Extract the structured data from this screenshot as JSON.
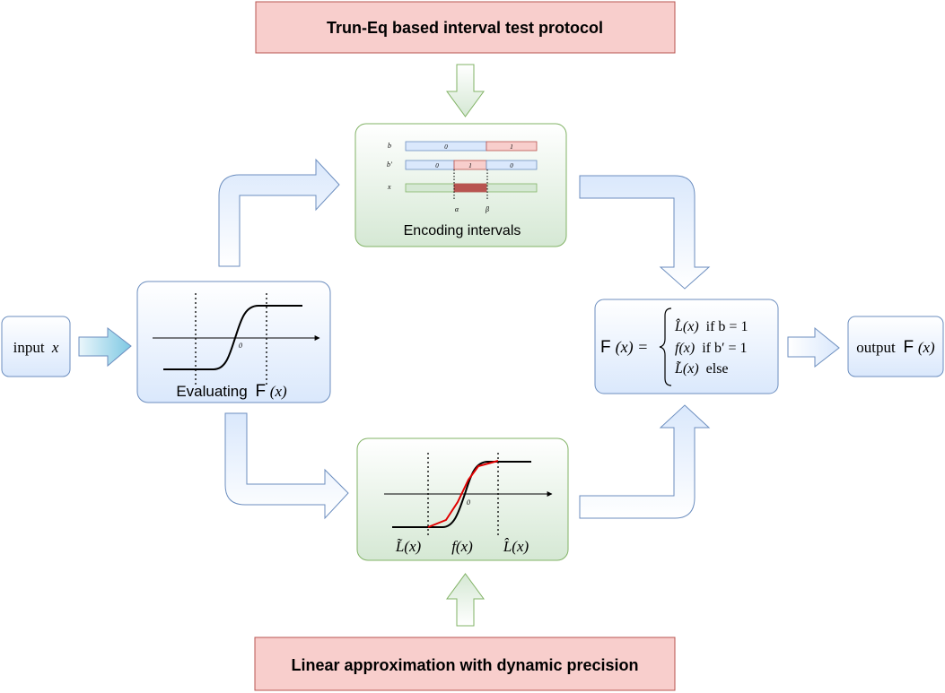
{
  "protocol_banner": {
    "label": "Trun-Eq based interval test protocol"
  },
  "approx_banner": {
    "label": "Linear approximation with dynamic precision"
  },
  "input_box": {
    "text": "input",
    "var": "x"
  },
  "output_box": {
    "text": "output",
    "func": "F",
    "arg": "(x)"
  },
  "evaluate_box": {
    "caption": "Evaluating",
    "func": "F",
    "arg": "(x)",
    "origin": "0"
  },
  "encoding_box": {
    "caption": "Encoding intervals",
    "rows": [
      {
        "label": "b",
        "segments": [
          "0",
          "1"
        ]
      },
      {
        "label": "b'",
        "segments": [
          "0",
          "1",
          "0"
        ]
      },
      {
        "label": "x",
        "segments": []
      }
    ],
    "ticks": [
      "α",
      "β"
    ]
  },
  "approx_box": {
    "origin": "0",
    "labels": [
      "L̃(x)",
      "f(x)",
      "L̂(x)"
    ]
  },
  "piecewise_box": {
    "lhs_func": "F",
    "lhs_arg": "(x) =",
    "cases": [
      {
        "expr": "L̂(x)",
        "cond": "if b = 1"
      },
      {
        "expr": "f(x)",
        "cond": "if b′ = 1"
      },
      {
        "expr": "L̃(x)",
        "cond": "else"
      }
    ]
  },
  "colors": {
    "banner_fill": "#f8cecc",
    "banner_stroke": "#b85450",
    "green_fill": "#d5e8d4",
    "green_stroke": "#82b366",
    "blue_fill": "#dae8fc",
    "blue_stroke": "#6c8ebf",
    "interval_red": "#b85450"
  }
}
